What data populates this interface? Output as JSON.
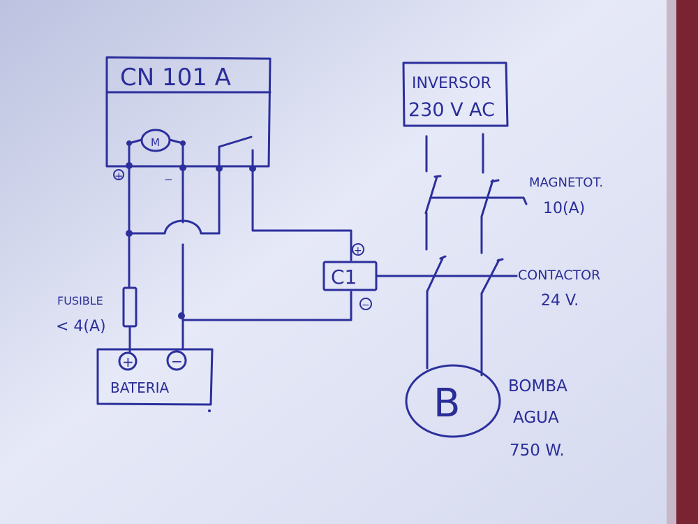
{
  "colors": {
    "paper": "#e4e8f6",
    "ink": "#2c2f9c",
    "binding": "#7a2433"
  },
  "controller": {
    "model": "CN 101 A"
  },
  "motor": {
    "symbol": "M"
  },
  "terminals": {
    "plus": "+",
    "minus": "−"
  },
  "fuse": {
    "label": "FUSIBLE",
    "rating": "< 4(A)"
  },
  "battery": {
    "label": "BATERIA",
    "plus": "+",
    "minus": "−"
  },
  "relay_coil": {
    "label": "C1",
    "plus": "+",
    "minus": "−"
  },
  "inverter": {
    "line1": "INVERSOR",
    "line2": "230 V AC"
  },
  "breaker": {
    "label": "MAGNETOT.",
    "rating": "10(A)"
  },
  "contactor": {
    "label": "CONTACTOR",
    "voltage": "24 V."
  },
  "pump": {
    "symbol": "B",
    "line1": "BOMBA",
    "line2": "AGUA",
    "line3": "750 W."
  }
}
